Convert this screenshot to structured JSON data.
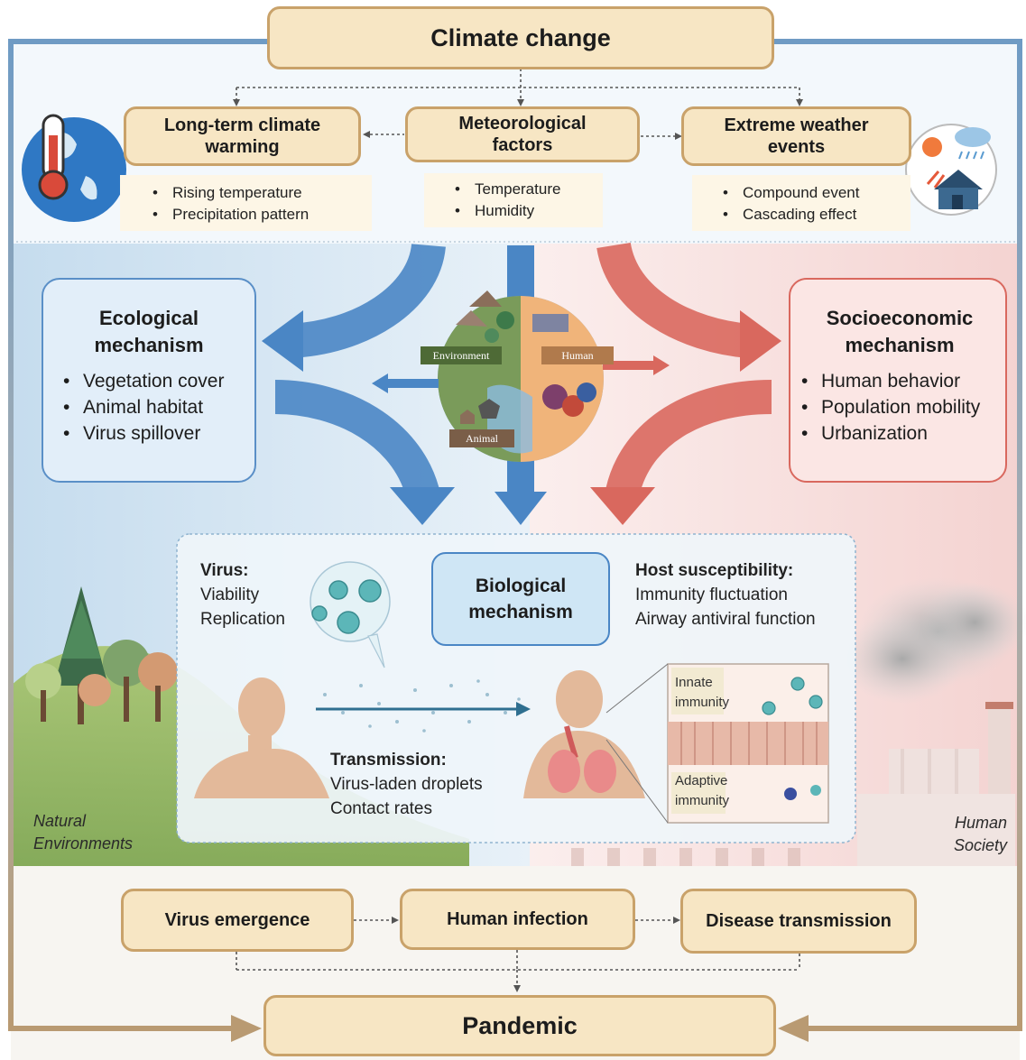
{
  "top": {
    "title": "Climate change",
    "factors": [
      {
        "label": "Long-term climate warming",
        "bullets": [
          "Rising temperature",
          "Precipitation pattern"
        ]
      },
      {
        "label": "Meteorological factors",
        "bullets": [
          "Temperature",
          "Humidity"
        ]
      },
      {
        "label": "Extreme weather events",
        "bullets": [
          "Compound event",
          "Cascading effect"
        ]
      }
    ]
  },
  "ecological": {
    "title": "Ecological mechanism",
    "bullets": [
      "Vegetation cover",
      "Animal habitat",
      "Virus spillover"
    ]
  },
  "socioeconomic": {
    "title": "Socioeconomic mechanism",
    "bullets": [
      "Human behavior",
      "Population mobility",
      "Urbanization"
    ]
  },
  "globe": {
    "labels": {
      "environment": "Environment",
      "human": "Human",
      "animal": "Animal"
    }
  },
  "biological": {
    "title": "Biological mechanism",
    "virus": {
      "heading": "Virus:",
      "items": [
        "Viability",
        "Replication"
      ]
    },
    "host": {
      "heading": "Host susceptibility:",
      "items": [
        "Immunity fluctuation",
        "Airway antiviral function"
      ]
    },
    "transmission": {
      "heading": "Transmission:",
      "items": [
        "Virus-laden droplets",
        "Contact rates"
      ]
    },
    "immunity": {
      "innate": "Innate immunity",
      "adaptive": "Adaptive immunity"
    }
  },
  "scenes": {
    "natural": "Natural Environments",
    "human": "Human Society"
  },
  "bottom": {
    "steps": [
      "Virus emergence",
      "Human infection",
      "Disease transmission"
    ],
    "pandemic": "Pandemic"
  },
  "colors": {
    "tan_fill": "#f7e6c4",
    "tan_border": "#c9a26a",
    "blue_arrow": "#4a86c5",
    "red_arrow": "#d9685e",
    "frame_blue": "#6f9bc4",
    "frame_tan": "#b99a72"
  }
}
